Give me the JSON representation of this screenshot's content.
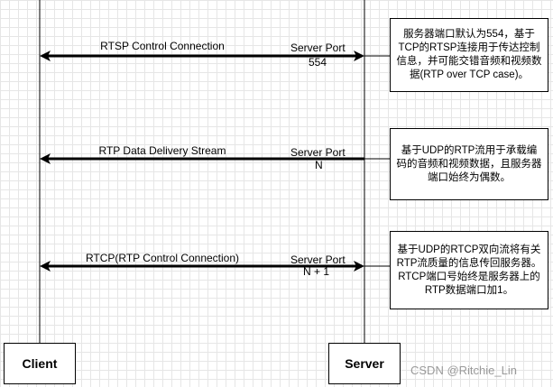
{
  "actors": {
    "client": "Client",
    "server": "Server"
  },
  "messages": [
    {
      "label": "RTSP Control Connection",
      "port_label": "Server Port",
      "port_value": "554",
      "direction": "bidirectional",
      "note": "服务器端口默认为554，基于\nTCP的RTSP连接用于传达控制\n信息，并可能交错音频和视频数\n据(RTP over TCP case)。"
    },
    {
      "label": "RTP Data Delivery Stream",
      "port_label": "Server Port",
      "port_value": "N",
      "direction": "server-to-client",
      "note": "基于UDP的RTP流用于承载编\n码的音频和视频数据，且服务器\n端口始终为偶数。"
    },
    {
      "label": "RTCP(RTP Control Connection)",
      "port_label": "Server Port",
      "port_value": "N + 1",
      "direction": "bidirectional",
      "note": "基于UDP的RTCP双向流将有关\nRTP流质量的信息传回服务器。\nRTCP端口号始终是服务器上的\nRTP数据端口加1。"
    }
  ],
  "watermark": "CSDN @Ritchie_Lin",
  "colors": {
    "line": "#000000",
    "grid": "#e6e6e6",
    "watermark": "#9a9a9a"
  }
}
